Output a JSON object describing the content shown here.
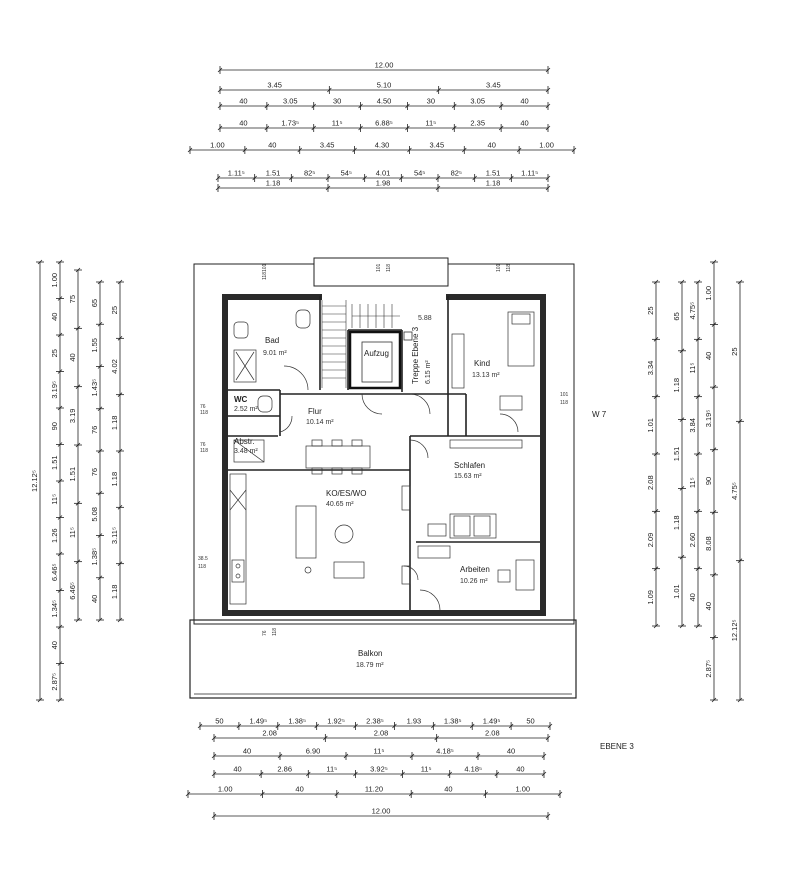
{
  "level_label": "EBENE 3",
  "window_label": "W 7",
  "rooms": {
    "bad": {
      "name": "Bad",
      "area": "9.01 m²"
    },
    "wc": {
      "name": "WC",
      "area": "2.52 m²"
    },
    "abstr": {
      "name": "Abstr.",
      "area": "3.48 m²"
    },
    "flur": {
      "name": "Flur",
      "area": "10.14 m²"
    },
    "aufzug": {
      "name": "Aufzug"
    },
    "treppe": {
      "name": "Treppe Ebene 3",
      "area": "6.15 m²"
    },
    "kind": {
      "name": "Kind",
      "area": "13.13 m²"
    },
    "schlafen": {
      "name": "Schlafen",
      "area": "15.63 m²"
    },
    "koeswo": {
      "name": "KO/ES/WO",
      "area": "40.65 m²"
    },
    "arbeiten": {
      "name": "Arbeiten",
      "area": "10.26 m²"
    },
    "balkon": {
      "name": "Balkon",
      "area": "18.79 m²"
    }
  },
  "stair_label": "5.88",
  "dims_top": [
    {
      "segs": [
        "12.00"
      ]
    },
    {
      "segs": [
        "3.45",
        "5.10",
        "3.45"
      ]
    },
    {
      "segs": [
        "40",
        "3.05",
        "30",
        "4.50",
        "30",
        "3.05",
        "40"
      ]
    },
    {
      "segs": [
        "40",
        "1.73⁵",
        "11⁵",
        "6.88⁵",
        "11⁵",
        "2.35",
        "40"
      ]
    },
    {
      "segs": [
        "1.00",
        "40",
        "3.45",
        "4.30",
        "3.45",
        "40",
        "1.00"
      ]
    },
    {
      "segs": [
        "1.11⁵",
        "1.51",
        "82⁵",
        "54⁵",
        "4.01",
        "54⁵",
        "82⁵",
        "1.51",
        "1.11⁵"
      ]
    },
    {
      "segs": [
        "1.18",
        "1.98",
        "1.18"
      ]
    }
  ],
  "dims_bottom": [
    {
      "segs": [
        "50",
        "1.49⁵",
        "1.38⁵",
        "1.92⁵",
        "2.38⁵",
        "1.93",
        "1.38⁵",
        "1.49⁵",
        "50"
      ]
    },
    {
      "segs": [
        "2.08",
        "2.08",
        "2.08"
      ]
    },
    {
      "segs": [
        "40",
        "6.90",
        "11⁵",
        "4.18⁵",
        "40"
      ]
    },
    {
      "segs": [
        "40",
        "2.86",
        "11⁵",
        "3.92⁵",
        "11⁵",
        "4.18⁵",
        "40"
      ]
    },
    {
      "segs": [
        "1.00",
        "40",
        "11.20",
        "40",
        "1.00"
      ]
    },
    {
      "segs": [
        "12.00"
      ]
    }
  ],
  "dims_left": [
    {
      "segs": [
        "12.12⁵"
      ]
    },
    {
      "segs": [
        "1.00",
        "40",
        "25",
        "3.19⁵",
        "90",
        "1.51",
        "11⁵",
        "1.26",
        "6.46⁵",
        "1.34⁵",
        "40",
        "2.87⁵"
      ]
    },
    {
      "segs": [
        "75",
        "40",
        "3.19",
        "1.51",
        "11⁵",
        "6.46⁵"
      ]
    },
    {
      "segs": [
        "65",
        "1.55",
        "1.43⁵",
        "76",
        "76",
        "5.08",
        "1.38⁵",
        "40"
      ]
    },
    {
      "segs": [
        "25",
        "4.02",
        "1.18",
        "1.18",
        "3.11⁵",
        "1.18"
      ]
    }
  ],
  "dims_right": [
    {
      "segs": [
        "25",
        "3.34",
        "1.01",
        "2.08",
        "2.09",
        "1.09"
      ]
    },
    {
      "segs": [
        "65",
        "1.18",
        "1.51",
        "1.18",
        "1.01"
      ]
    },
    {
      "segs": [
        "4.75⁵",
        "11⁵",
        "3.84",
        "11⁵",
        "2.60",
        "40"
      ]
    },
    {
      "segs": [
        "1.00",
        "40",
        "3.19⁵",
        "90",
        "8.08",
        "40",
        "2.87⁵"
      ]
    },
    {
      "segs": [
        "25",
        "4.75⁵",
        "12.12⁵"
      ]
    }
  ],
  "window_tags": [
    "101",
    "118",
    "76",
    "118",
    "76",
    "118",
    "38.5",
    "118",
    "76",
    "118",
    "101",
    "118",
    "101",
    "118",
    "101",
    "118"
  ]
}
